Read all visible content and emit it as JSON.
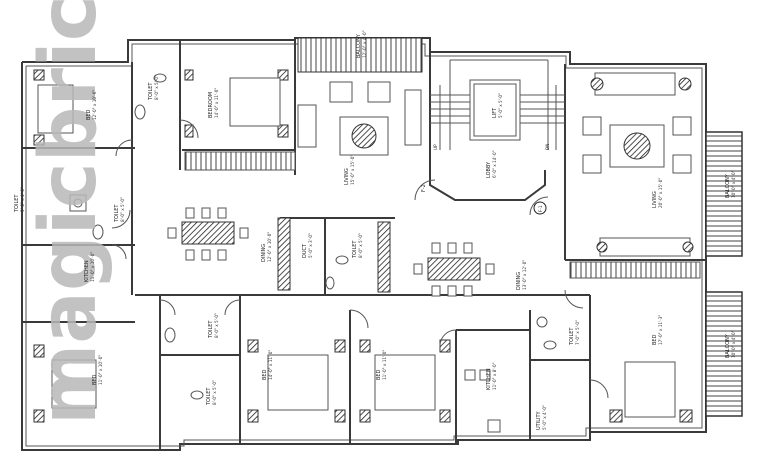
{
  "watermark": "magicbricks",
  "rooms": [
    {
      "id": "bed-nw",
      "name": "BED",
      "dim": "12'-0\" x 10'-6\""
    },
    {
      "id": "toilet-n1",
      "name": "TOILET",
      "dim": "8'-0\" x 5'-0\""
    },
    {
      "id": "bedroom-n",
      "name": "BEDROOM",
      "dim": "14'-0\" x 11'-0\""
    },
    {
      "id": "balcony-n",
      "name": "BALCONY",
      "dim": "12'-0\" x 4'-0\""
    },
    {
      "id": "lift",
      "name": "LIFT",
      "dim": "5'-0\" x 5'-0\""
    },
    {
      "id": "lobby",
      "name": "LOBBY",
      "dim": "6'-0\" x 14'-0\""
    },
    {
      "id": "living-w",
      "name": "LIVING",
      "dim": "15'-0\" x 15'-0\""
    },
    {
      "id": "toilet-w",
      "name": "TOILET",
      "dim": "8'-0\" x 5'-0\""
    },
    {
      "id": "kitchen-w",
      "name": "KITCHEN",
      "dim": "11'-0\" x 10'-0\""
    },
    {
      "id": "dining-w",
      "name": "DINING",
      "dim": "12'-0\" x 10'-0\""
    },
    {
      "id": "duct",
      "name": "DUCT",
      "dim": "5'-0\" x 3'-0\""
    },
    {
      "id": "toilet-c",
      "name": "TOILET",
      "dim": "8'-0\" x 5'-0\""
    },
    {
      "id": "living-e",
      "name": "LIVING",
      "dim": "20'-0\" x 15'-0\""
    },
    {
      "id": "balcony-e1",
      "name": "BALCONY",
      "dim": "10'-0\" x 4'-0\""
    },
    {
      "id": "dining-c",
      "name": "DINING",
      "dim": "13'-0\" x 12'-0\""
    },
    {
      "id": "bed-se",
      "name": "BED",
      "dim": "17'-0\" x 11'-3\""
    },
    {
      "id": "balcony-e2",
      "name": "BALCONY",
      "dim": "10'-0\" x 4'-0\""
    },
    {
      "id": "toilet-s1",
      "name": "TOILET",
      "dim": "8'-0\" x 5'-0\""
    },
    {
      "id": "toilet-s2",
      "name": "TOILET",
      "dim": "8'-0\" x 5'-0\""
    },
    {
      "id": "bed-sw",
      "name": "BED",
      "dim": "11'-0\" x 10'-0\""
    },
    {
      "id": "bed-s1",
      "name": "BED",
      "dim": "14'-0\" x 11'-0\""
    },
    {
      "id": "bed-s2",
      "name": "BED",
      "dim": "11'-0\" x 11'-0\""
    },
    {
      "id": "kitchen-s",
      "name": "KITCHEN",
      "dim": "11'-0\" x 8'-0\""
    },
    {
      "id": "toilet-s3",
      "name": "TOILET",
      "dim": "7'-0\" x 5'-0\""
    },
    {
      "id": "utility",
      "name": "UTILITY",
      "dim": "5'-0\" x 4'-0\""
    },
    {
      "id": "toilet-xw",
      "name": "TOILET",
      "dim": "5'-0\" x 4'-0\""
    }
  ],
  "markers": {
    "f2": "F-2",
    "f1": "F-1"
  },
  "stair_labels": {
    "up": "UP",
    "dn": "DN"
  }
}
